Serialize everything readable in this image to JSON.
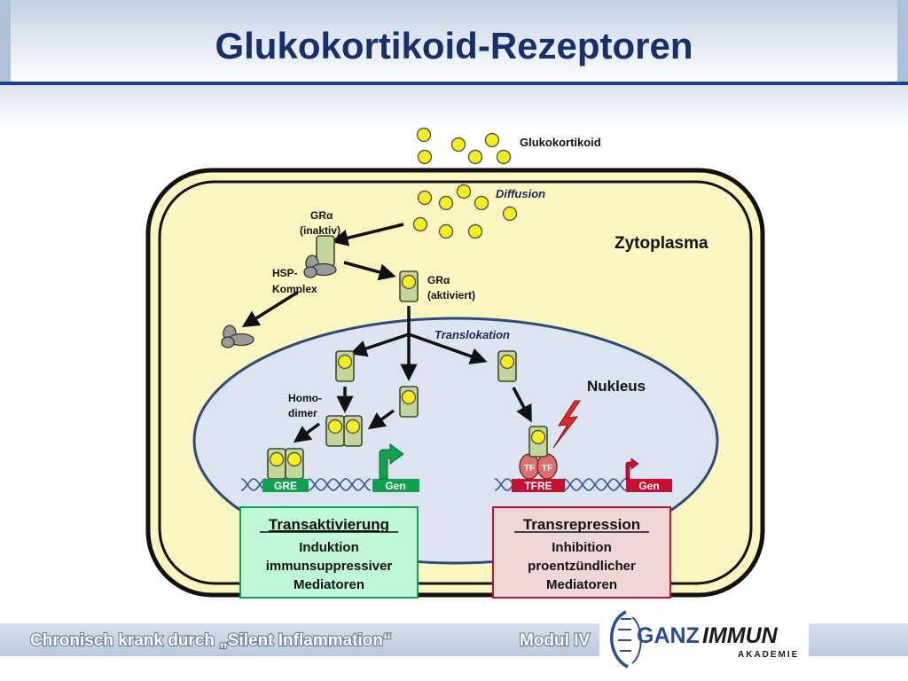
{
  "title": "Glukokortikoid-Rezeptoren",
  "labels": {
    "glukokortikoid": "Glukokortikoid",
    "diffusion": "Diffusion",
    "gr_alpha": "GRα",
    "inaktiv": "(inaktiv)",
    "aktiviert": "(aktiviert)",
    "hsp_1": "HSP-",
    "hsp_2": "Komplex",
    "zytoplasma": "Zytoplasma",
    "translokation": "Translokation",
    "nukleus": "Nukleus",
    "homodimer_1": "Homo-",
    "homodimer_2": "dimer",
    "tf": "TF"
  },
  "dna": {
    "gre": "GRE",
    "gen": "Gen",
    "tfre": "TFRE"
  },
  "transaktivierung": {
    "heading": "Transaktivierung",
    "line1": "Induktion",
    "line2": "immunsuppressiver",
    "line3": "Mediatoren"
  },
  "transrepression": {
    "heading": "Transrepression",
    "line1": "Inhibition",
    "line2": "proentzündlicher",
    "line3": "Mediatoren"
  },
  "footer": {
    "left": "Chronisch krank durch „Silent Inflammation“",
    "right": "Modul IV"
  },
  "logo": {
    "ganz": "GANZ",
    "immun": "IMMUN",
    "akademie": "AKADEMIE"
  },
  "colors": {
    "title": "#17306b",
    "cell_fill": "#fbf6c0",
    "nucleus_fill": "#dbe4f0",
    "receptor": "#c3d59b",
    "ligand": "#f4ef1d",
    "gre_green": "#12a150",
    "tfre_red": "#c8102e",
    "transaktivierung_box": "#bff8d6",
    "transrepression_box": "#f0d7d7",
    "footer_band": "#c6d4e6"
  }
}
